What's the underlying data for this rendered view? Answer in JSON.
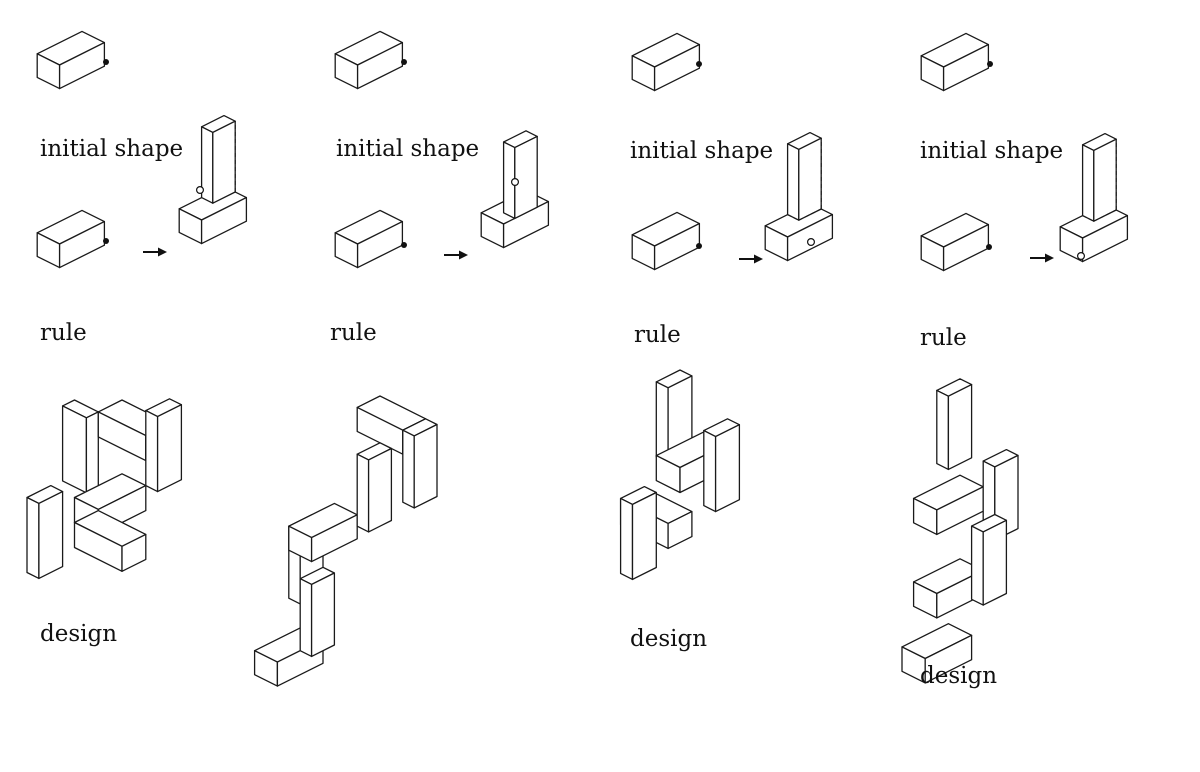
{
  "panels": [
    {
      "initial_label": "initial shape",
      "rule_label": "rule",
      "design_label": "design"
    },
    {
      "initial_label": "initial shape",
      "rule_label": "rule",
      "design_label": ""
    },
    {
      "initial_label": "initial shape",
      "rule_label": "rule",
      "design_label": "design"
    },
    {
      "initial_label": "initial shape",
      "rule_label": "rule",
      "design_label": "design"
    }
  ],
  "colors": {
    "line": "#1a1a1a",
    "face": "#ffffff",
    "background": "#ffffff"
  },
  "icons": {
    "marker_filled": "filled-dot",
    "marker_open": "open-circle",
    "rule_arrow": "right-arrow"
  }
}
